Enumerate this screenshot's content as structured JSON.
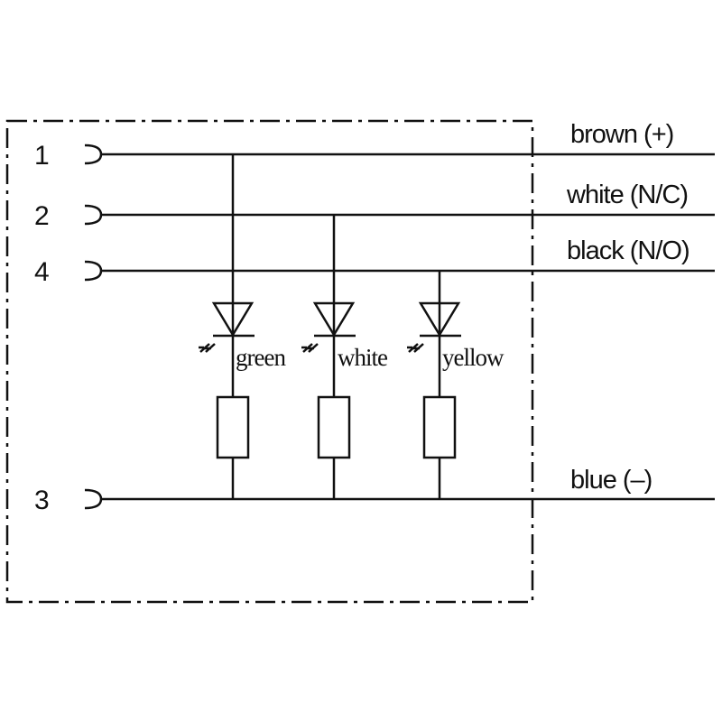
{
  "pins": [
    {
      "number": "1",
      "wire": "brown (+)"
    },
    {
      "number": "2",
      "wire": "white (N/C)"
    },
    {
      "number": "4",
      "wire": "black (N/O)"
    },
    {
      "number": "3",
      "wire": "blue (–)"
    }
  ],
  "leds": [
    {
      "label": "green"
    },
    {
      "label": "white"
    },
    {
      "label": "yellow"
    }
  ],
  "colors": {
    "line": "#111111",
    "background": "#ffffff"
  }
}
